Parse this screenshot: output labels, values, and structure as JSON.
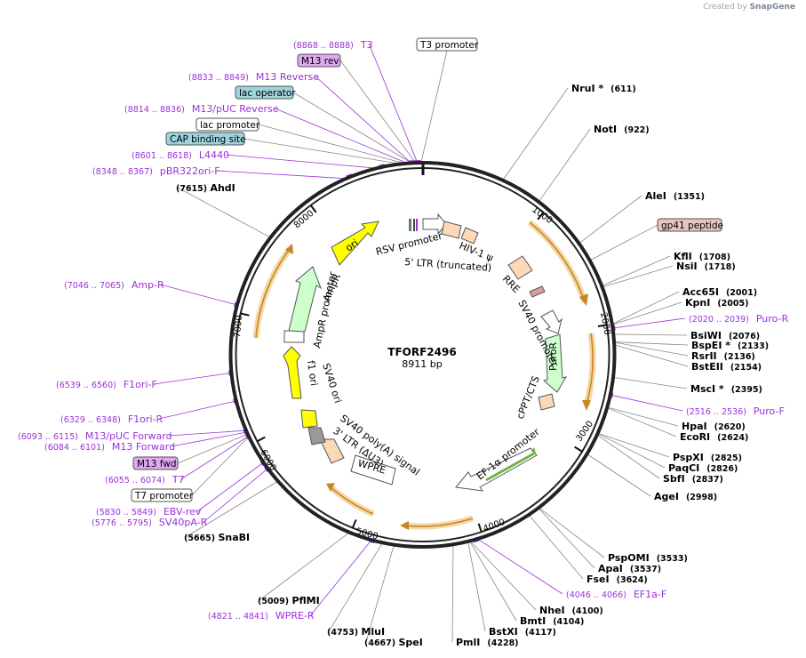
{
  "credit": {
    "prefix": "Created by",
    "brand": "SnapGene"
  },
  "plasmid": {
    "name": "TFORF2496",
    "size": "8911 bp"
  },
  "ticks": [
    "1000",
    "2000",
    "3000",
    "4000",
    "5000",
    "6000",
    "7000",
    "8000"
  ],
  "enzymes": [
    {
      "name": "NruI *",
      "pos": "(611)"
    },
    {
      "name": "NotI",
      "pos": "(922)"
    },
    {
      "name": "AleI",
      "pos": "(1351)"
    },
    {
      "name": "KflI",
      "pos": "(1708)"
    },
    {
      "name": "NsiI",
      "pos": "(1718)"
    },
    {
      "name": "Acc65I",
      "pos": "(2001)"
    },
    {
      "name": "KpnI",
      "pos": "(2005)"
    },
    {
      "name": "BsiWI",
      "pos": "(2076)"
    },
    {
      "name": "BspEI *",
      "pos": "(2133)"
    },
    {
      "name": "RsrII",
      "pos": "(2136)"
    },
    {
      "name": "BstEII",
      "pos": "(2154)"
    },
    {
      "name": "MscI *",
      "pos": "(2395)"
    },
    {
      "name": "HpaI",
      "pos": "(2620)"
    },
    {
      "name": "EcoRI",
      "pos": "(2624)"
    },
    {
      "name": "PspXI",
      "pos": "(2825)"
    },
    {
      "name": "PaqCI",
      "pos": "(2826)"
    },
    {
      "name": "SbfI",
      "pos": "(2837)"
    },
    {
      "name": "AgeI",
      "pos": "(2998)"
    },
    {
      "name": "PspOMI",
      "pos": "(3533)"
    },
    {
      "name": "ApaI",
      "pos": "(3537)"
    },
    {
      "name": "FseI",
      "pos": "(3624)"
    },
    {
      "name": "NheI",
      "pos": "(4100)"
    },
    {
      "name": "BmtI",
      "pos": "(4104)"
    },
    {
      "name": "BstXI",
      "pos": "(4117)"
    },
    {
      "name": "PmlI",
      "pos": "(4228)"
    },
    {
      "name": "SpeI",
      "pos": "(4667)"
    },
    {
      "name": "MluI",
      "pos": "(4753)"
    },
    {
      "name": "PflMI",
      "pos": "(5009)"
    },
    {
      "name": "SnaBI",
      "pos": "(5665)"
    },
    {
      "name": "AhdI",
      "pos": "(7615)"
    }
  ],
  "primers": [
    {
      "name": "T3",
      "pos": "(8868 .. 8888)"
    },
    {
      "name": "M13 Reverse",
      "pos": "(8833 .. 8849)"
    },
    {
      "name": "M13/pUC Reverse",
      "pos": "(8814 .. 8836)"
    },
    {
      "name": "L4440",
      "pos": "(8601 .. 8618)"
    },
    {
      "name": "pBR322ori-F",
      "pos": "(8348 .. 8367)"
    },
    {
      "name": "Amp-R",
      "pos": "(7046 .. 7065)"
    },
    {
      "name": "F1ori-F",
      "pos": "(6539 .. 6560)"
    },
    {
      "name": "F1ori-R",
      "pos": "(6329 .. 6348)"
    },
    {
      "name": "M13/pUC Forward",
      "pos": "(6093 .. 6115)"
    },
    {
      "name": "M13 Forward",
      "pos": "(6084 .. 6101)"
    },
    {
      "name": "T7",
      "pos": "(6055 .. 6074)"
    },
    {
      "name": "EBV-rev",
      "pos": "(5830 .. 5849)"
    },
    {
      "name": "SV40pA-R",
      "pos": "(5776 .. 5795)"
    },
    {
      "name": "WPRE-R",
      "pos": "(4821 .. 4841)"
    },
    {
      "name": "EF1a-F",
      "pos": "(4046 .. 4066)"
    },
    {
      "name": "Puro-F",
      "pos": "(2516 .. 2536)"
    },
    {
      "name": "Puro-R",
      "pos": "(2020 .. 2039)"
    }
  ],
  "boxed_labels": {
    "t3_promoter": "T3 promoter",
    "m13_rev": "M13 rev",
    "lac_operator": "lac operator",
    "lac_promoter": "lac promoter",
    "cap_site": "CAP binding site",
    "gp41": "gp41 peptide",
    "m13_fwd": "M13 fwd",
    "t7_promoter": "T7 promoter"
  },
  "features": {
    "rsv": "RSV promoter",
    "ltr5": "5' LTR (truncated)",
    "hiv": "HIV-1 ψ",
    "rre": "RRE",
    "sv40p": "SV40 promoter",
    "puror": "PuroR",
    "cppt": "cPPT/CTS",
    "ef1a": "EF-1α promoter",
    "wpre": "WPRE",
    "ltr3": "3' LTR (ΔU3)",
    "sv40pa": "SV40 poly(A) signal",
    "sv40ori": "SV40 ori",
    "f1ori": "f1 ori",
    "ampr_p": "AmpR promoter",
    "ampr": "AmpR",
    "ori": "ori"
  },
  "colors": {
    "backbone": "#222222",
    "primer": "#9b30d9",
    "ori": "#ffff00",
    "ampr": "#ccffcc",
    "orf_arrow": "#e8a33c",
    "ltr": "#fbd9b7",
    "puror": "#ccffcc",
    "ef1a_orf": "#6db33f",
    "boxed_blue": "#9fd3dc",
    "boxed_purple": "#e0a8f0",
    "boxed_pink": "#e8c3c3"
  }
}
